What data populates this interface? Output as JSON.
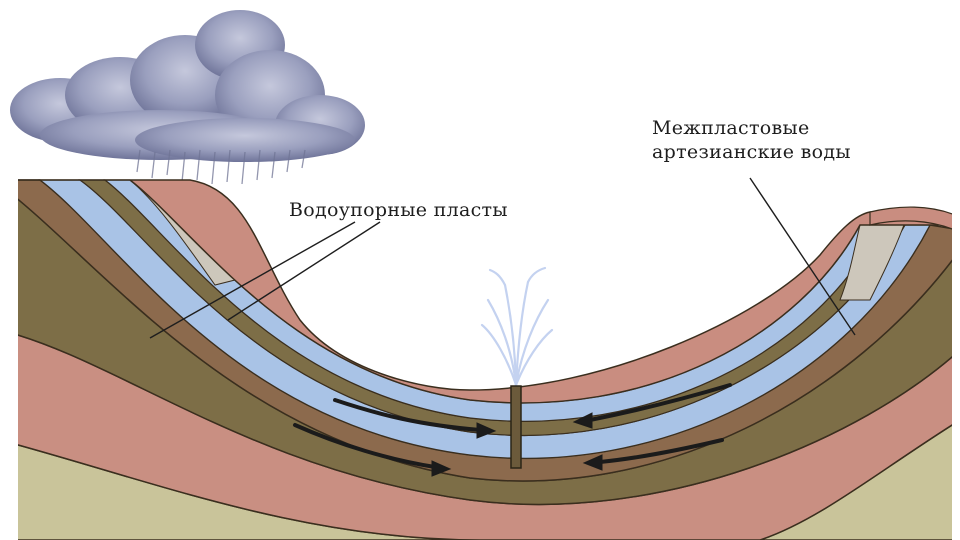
{
  "labels": {
    "aquitards": "Водоупорные пласты",
    "artesian_line1": "Межпластовые",
    "artesian_line2": "артезианские воды"
  },
  "colors": {
    "background": "#ffffff",
    "bottom_ground": "#c9c49a",
    "lower_clay": "#c98f82",
    "olive_layer": "#7d6e47",
    "brown_layer": "#8c6a4d",
    "water": "#a9c3e6",
    "outcrop_grey": "#cdc7bb",
    "top_soil": "#c98d80",
    "cloud": "#9a9fbe",
    "arrow": "#1b1b1b",
    "well": "#6b5a3b",
    "fountain": "#c4d2f0"
  },
  "icons": [
    "rain-cloud-icon",
    "well-icon",
    "fountain-icon",
    "flow-arrow-icon"
  ]
}
